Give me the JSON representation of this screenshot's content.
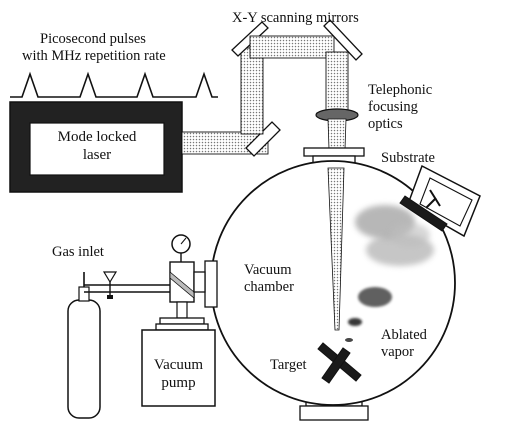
{
  "labels": {
    "pulses_line1": "Picosecond pulses",
    "pulses_line2": "with MHz repetition rate",
    "mirrors": "X-Y scanning mirrors",
    "optics_line1": "Telephonic",
    "optics_line2": "focusing",
    "optics_line3": "optics",
    "laser_line1": "Mode locked",
    "laser_line2": "laser",
    "substrate": "Substrate",
    "gas_inlet": "Gas inlet",
    "chamber_line1": "Vacuum",
    "chamber_line2": "chamber",
    "ablated_line1": "Ablated",
    "ablated_line2": "vapor",
    "target": "Target",
    "pump_line1": "Vacuum",
    "pump_line2": "pump"
  }
}
